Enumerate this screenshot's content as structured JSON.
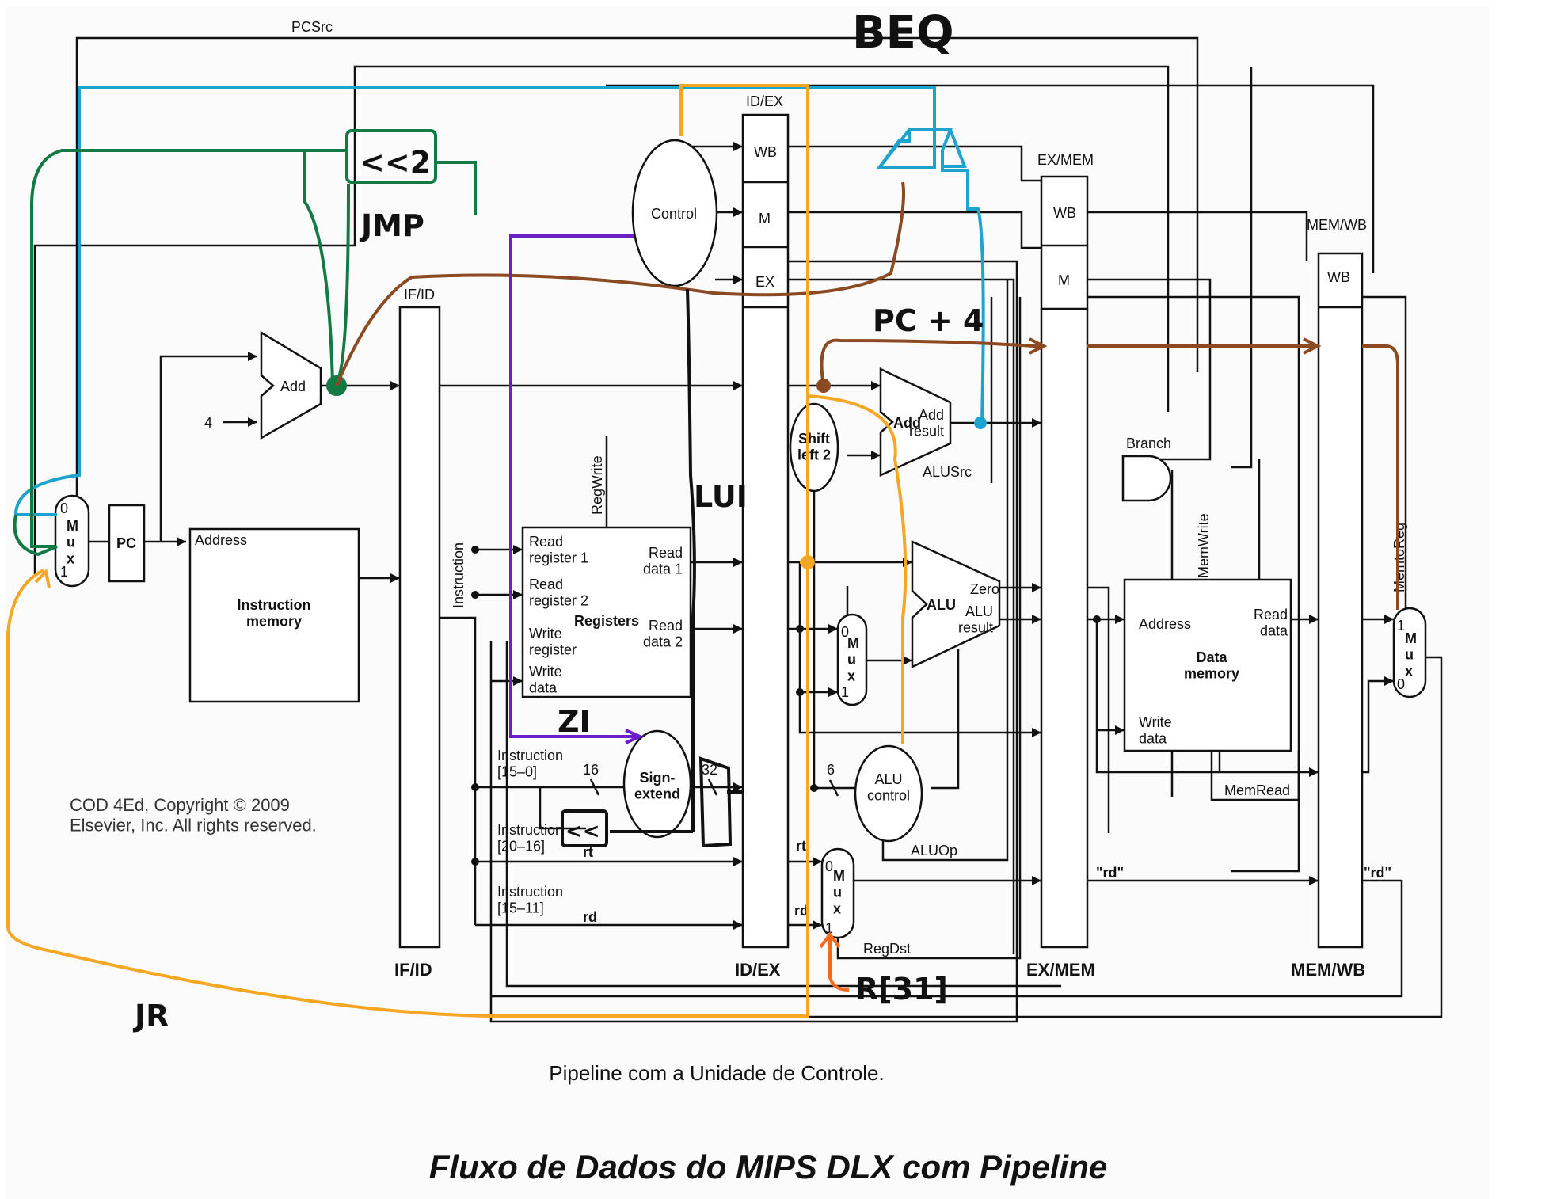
{
  "labels": {
    "pcsrc": "PCSrc",
    "add_fetch": "Add",
    "four": "4",
    "pc": "PC",
    "mux_text": "M\nu\nx",
    "mux_0": "0",
    "mux_1": "1",
    "imem_address": "Address",
    "imem_title": "Instruction\nmemory",
    "ifid_top": "IF/ID",
    "ifid_bottom": "IF/ID",
    "instruction_vertical": "Instruction",
    "regwrite": "RegWrite",
    "control": "Control",
    "idex_top": "ID/EX",
    "idex_bottom": "ID/EX",
    "wb": "WB",
    "m": "M",
    "ex": "EX",
    "read_reg1": "Read\nregister 1",
    "read_reg2": "Read\nregister 2",
    "write_reg": "Write\nregister",
    "write_data": "Write\ndata",
    "registers": "Registers",
    "read_data1": "Read\ndata 1",
    "read_data2": "Read\ndata 2",
    "instr_15_0": "Instruction\n[15–0]",
    "sixteen": "16",
    "thirty_two": "32",
    "sign_extend": "Sign-\nextend",
    "instr_20_16": "Instruction\n[20–16]",
    "instr_15_11": "Instruction\n[15–11]",
    "rt": "rt",
    "rd": "rd",
    "shift_left2": "Shift\nleft 2",
    "add_result_add": "Add",
    "add_result": "Add\nresult",
    "alusrc": "ALUSrc",
    "alu": "ALU",
    "zero": "Zero",
    "alu_result": "ALU\nresult",
    "six": "6",
    "alu_control": "ALU\ncontrol",
    "aluop": "ALUOp",
    "regdst": "RegDst",
    "exmem_top": "EX/MEM",
    "exmem_bottom": "EX/MEM",
    "branch": "Branch",
    "memwrite": "MemWrite",
    "dmem_address": "Address",
    "dmem_read_data": "Read\ndata",
    "dmem_title": "Data\nmemory",
    "dmem_write_data": "Write\ndata",
    "memread": "MemRead",
    "rd_quoted": "\"rd\"",
    "memwb_top": "MEM/WB",
    "memwb_bottom": "MEM/WB",
    "memtoreg": "MemtoReg",
    "copyright": "COD 4Ed, Copyright © 2009\nElsevier, Inc. All rights reserved."
  },
  "annotations": {
    "beq": "BEQ",
    "shift2": "<<2",
    "jmp": "JMP",
    "lui": "LUI",
    "zi": "ZI",
    "shl": "<<",
    "pc4": "PC + 4",
    "r31": "R[31]",
    "jr": "JR"
  },
  "colors": {
    "beq": "#1ea3cf",
    "jmp": "#137a45",
    "lui": "#111111",
    "zi": "#6a1fc9",
    "pc4": "#8b4a22",
    "jr": "#f5a623",
    "r31": "#f26a1b"
  },
  "caption": "Pipeline com a Unidade de Controle.",
  "title": "Fluxo de Dados do MIPS DLX com Pipeline"
}
